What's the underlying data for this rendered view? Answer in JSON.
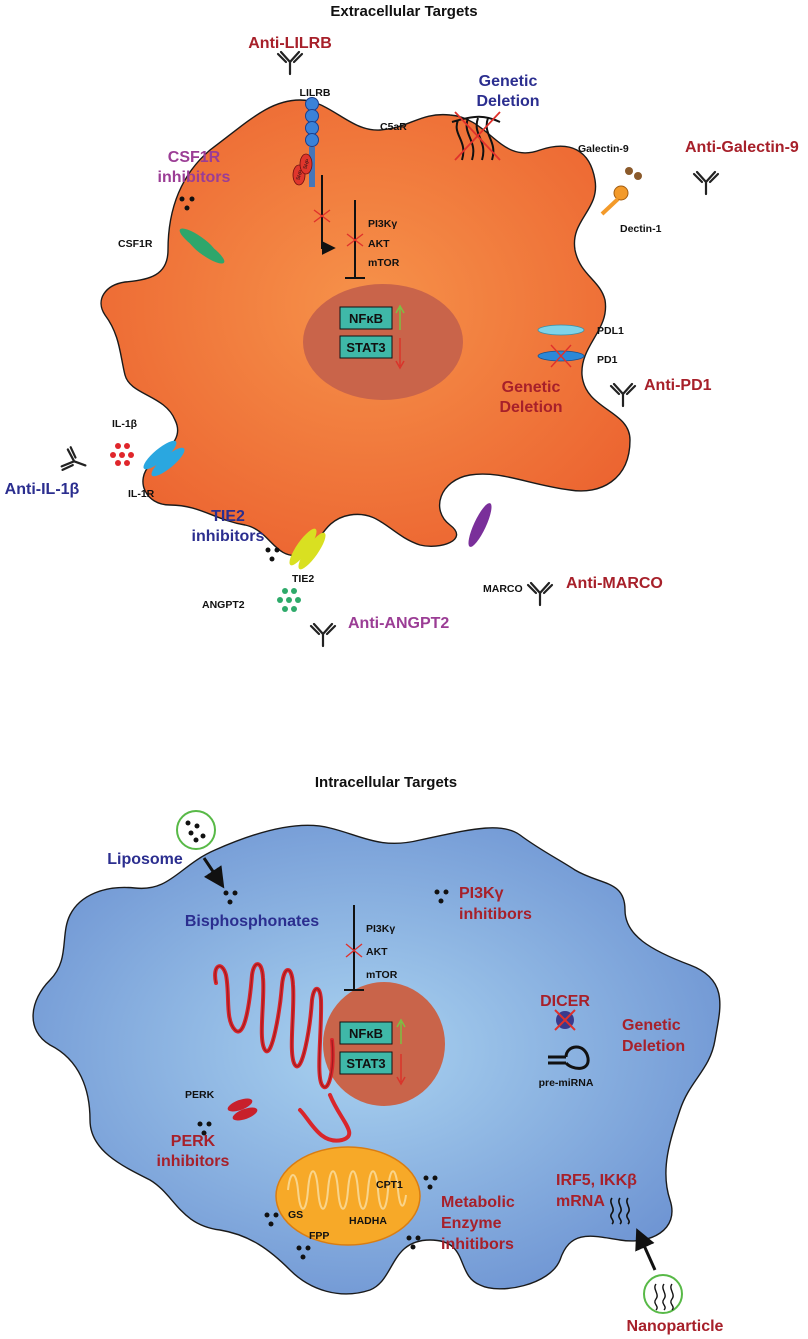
{
  "extracellular": {
    "title": "Extracellular Targets",
    "anti_lilrb": "Anti-LILRB",
    "lilrb": "LILRB",
    "shp1": "SHP",
    "shp2": "SHP",
    "genetic_deletion_top": [
      "Genetic",
      "Deletion"
    ],
    "c5ar": "C5aR",
    "galectin9": "Galectin-9",
    "anti_galectin9": "Anti-Galectin-9",
    "dectin1": "Dectin-1",
    "csf1r_inhibitors": [
      "CSF1R",
      "inhibitors"
    ],
    "csf1r": "CSF1R",
    "pathway": [
      "PI3Kγ",
      "AKT",
      "mTOR"
    ],
    "nfkb": "NFκB",
    "stat3": "STAT3",
    "pdl1": "PDL1",
    "pd1": "PD1",
    "genetic_deletion_pd1": [
      "Genetic",
      "Deletion"
    ],
    "anti_pd1": "Anti-PD1",
    "il1b": "IL-1β",
    "anti_il1b": "Anti-IL-1β",
    "il1r": "IL-1R",
    "tie2_inhibitors": [
      "TIE2",
      "inhibitors"
    ],
    "tie2": "TIE2",
    "angpt2": "ANGPT2",
    "anti_angpt2": "Anti-ANGPT2",
    "marco": "MARCO",
    "anti_marco": "Anti-MARCO"
  },
  "intracellular": {
    "title": "Intracellular Targets",
    "liposome": "Liposome",
    "bisphosphonates": "Bisphosphonates",
    "pi3k_inhibitors": [
      "PI3Kγ",
      "inhitibors"
    ],
    "pathway": [
      "PI3Kγ",
      "AKT",
      "mTOR"
    ],
    "nfkb": "NFκB",
    "stat3": "STAT3",
    "dicer": "DICER",
    "genetic_deletion": [
      "Genetic",
      "Deletion"
    ],
    "pre_mirna": "pre-miRNA",
    "perk": "PERK",
    "perk_inhibitors": [
      "PERK",
      "inhibitors"
    ],
    "cpt1": "CPT1",
    "gs": "GS",
    "hadha": "HADHA",
    "fpp": "FPP",
    "metabolic": [
      "Metabolic",
      "Enzyme",
      "inhitibors"
    ],
    "irf5": [
      "IRF5, IKKβ",
      "mRNA"
    ],
    "nanoparticle": "Nanoparticle"
  },
  "colors": {
    "cell_top": "#f0713a",
    "nucleus": "#c9644a",
    "cell_bottom": "#7fa8de",
    "label_red": "#a7202a",
    "label_blue": "#2b2e8f",
    "label_purple": "#9b3d95",
    "box_fill": "#3fb8a8"
  }
}
